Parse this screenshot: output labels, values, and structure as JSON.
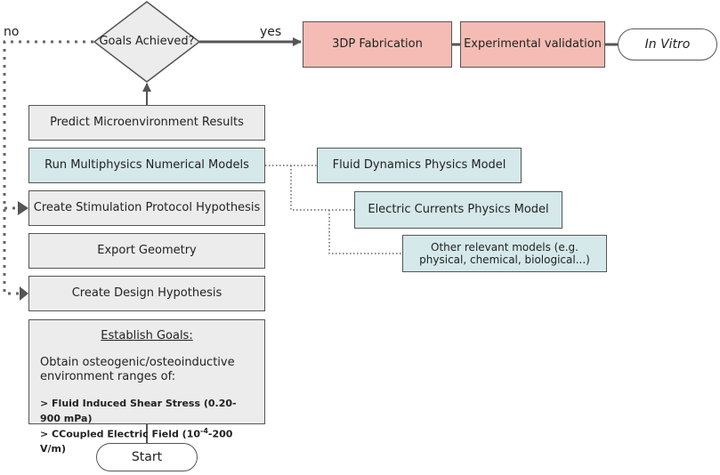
{
  "decision": {
    "label": "Goals Achieved?",
    "yes": "yes",
    "no": "no"
  },
  "steps": {
    "predict": "Predict Microenvironment Results",
    "run_models": "Run Multiphysics Numerical Models",
    "stimulation": "Create Stimulation Protocol Hypothesis",
    "export": "Export Geometry",
    "design": "Create Design Hypothesis"
  },
  "goals": {
    "title": "Establish Goals:",
    "body": "Obtain osteogenic/osteoinductive environment ranges of:",
    "bullet1": "> Fluid Induced Shear Stress (0.20-900 mPa)",
    "bullet2_prefix": "> CCoupled Electric Field (10",
    "bullet2_sup": "-4",
    "bullet2_suffix": "-200 V/m)"
  },
  "start": "Start",
  "outputs": {
    "fabrication": "3DP Fabrication",
    "validation": "Experimental validation",
    "in_vitro": "In Vitro"
  },
  "models": {
    "fluid": "Fluid Dynamics Physics Model",
    "electric": "Electric Currents Physics Model",
    "other": "Other relevant models (e.g. physical, chemical, biological...)"
  },
  "colors": {
    "gray_box": "#ececec",
    "teal_box": "#d5e8ea",
    "pink_box": "#f4bcb4",
    "line": "#555555"
  }
}
